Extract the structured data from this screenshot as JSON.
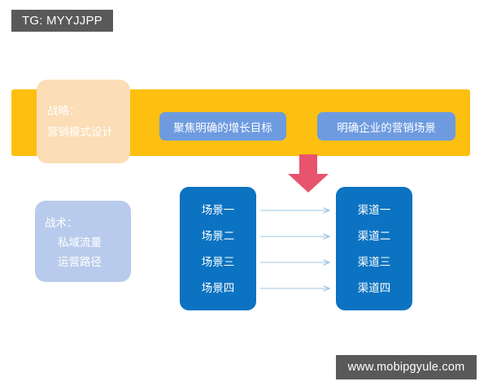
{
  "watermarks": {
    "top_left": "TG: MYYJJPP",
    "bottom_right": "www.mobipgyule.com"
  },
  "strategy": {
    "band_color": "#FDC010",
    "card": {
      "bg_color": "#FBDDB6",
      "lines": [
        "战略：",
        "营销模式设计"
      ]
    },
    "goals": [
      {
        "label": "聚焦明确的增长目标",
        "color": "#6E9BE0"
      },
      {
        "label": "明确企业的营销场景",
        "color": "#6E9BE0"
      }
    ]
  },
  "flow_arrow": {
    "name": "down-arrow",
    "color": "#E8536E"
  },
  "tactics": {
    "bg_color": "#B9CBEC",
    "lines": [
      "战术：",
      "私域流量",
      "运营路径"
    ]
  },
  "mapping": {
    "column_color": "#0B73C1",
    "connector_color": "#9EC4E4",
    "scenarios": {
      "items": [
        "场景一",
        "场景二",
        "场景三",
        "场景四"
      ]
    },
    "channels": {
      "items": [
        "渠道一",
        "渠道二",
        "渠道三",
        "渠道四"
      ]
    },
    "connectors": [
      {
        "from": "场景一",
        "to": "渠道一"
      },
      {
        "from": "场景二",
        "to": "渠道二"
      },
      {
        "from": "场景三",
        "to": "渠道三"
      },
      {
        "from": "场景四",
        "to": "渠道四"
      }
    ]
  }
}
